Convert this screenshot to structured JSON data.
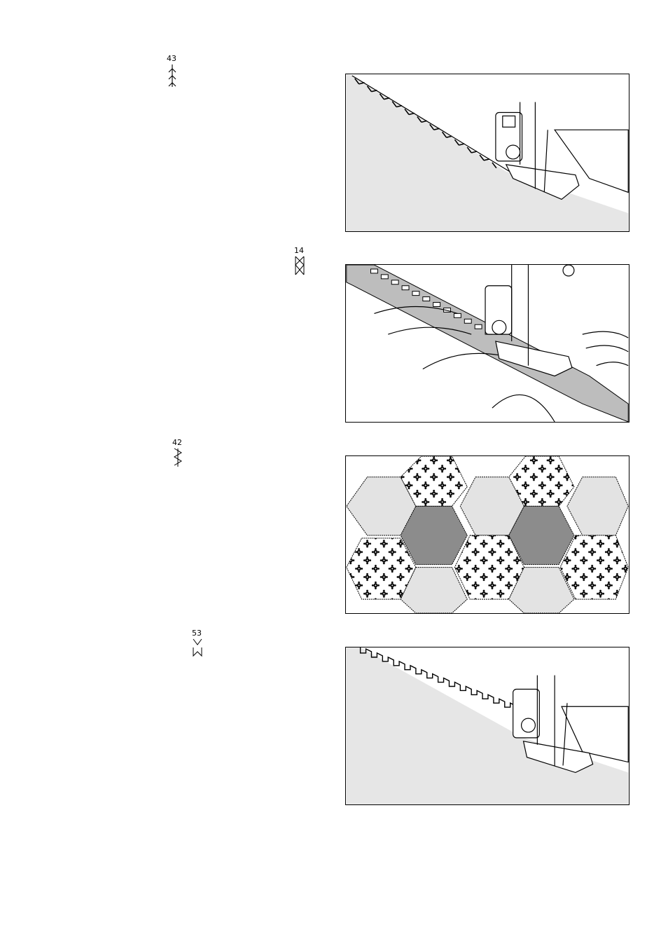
{
  "sections": [
    {
      "stitch_number": "43",
      "stitch_icon": "feather-stitch-icon",
      "illustration": "feather-stitch-edge-illustration"
    },
    {
      "stitch_number": "14",
      "stitch_icon": "cross-stitch-icon",
      "illustration": "elastic-strip-stitching-illustration"
    },
    {
      "stitch_number": "42",
      "stitch_icon": "patchwork-stitch-icon",
      "illustration": "hexagon-patchwork-illustration"
    },
    {
      "stitch_number": "53",
      "stitch_icon": "decorative-edge-stitch-icon",
      "illustration": "decorative-edge-illustration"
    }
  ],
  "colors": {
    "fabric_light": "#e6e6e6",
    "fabric_strip": "#bdbdbd",
    "hex_dark": "#8c8c8c",
    "hex_light": "#e3e3e3",
    "line": "#000000"
  }
}
